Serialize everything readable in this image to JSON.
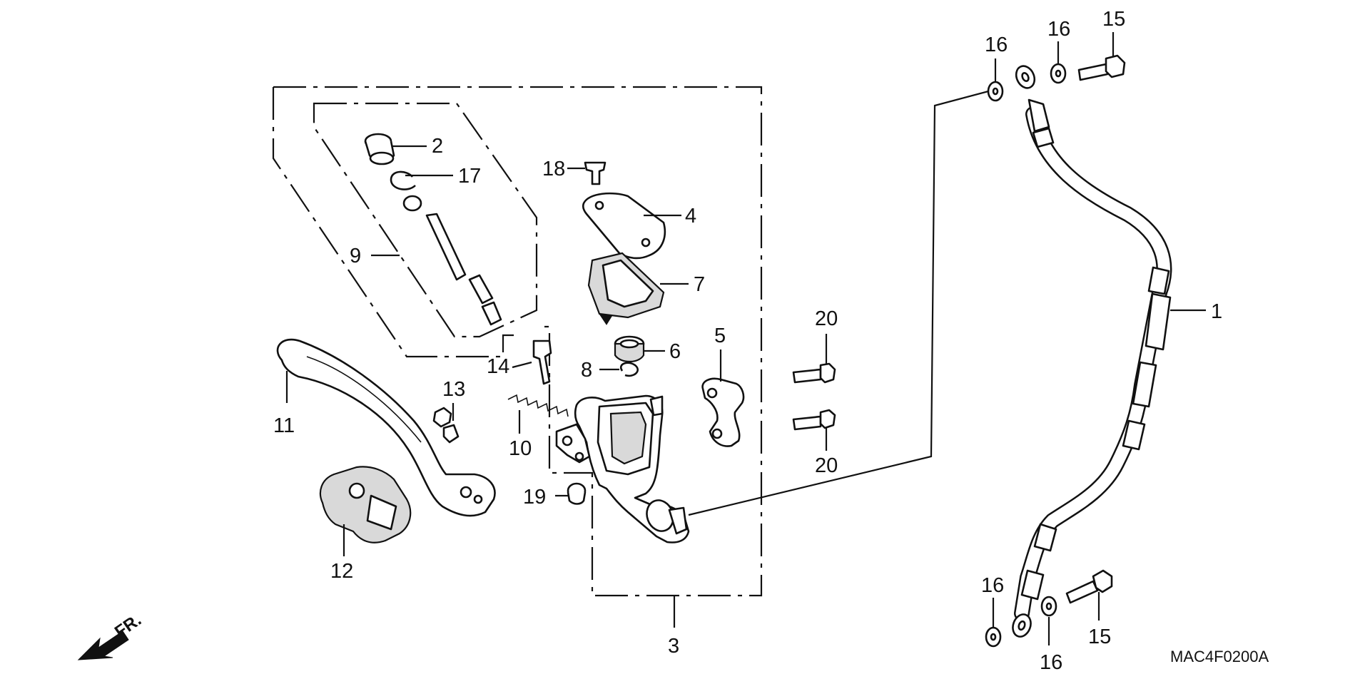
{
  "diagram_code": "MAC4F0200A",
  "fr_label": "FR.",
  "callouts": {
    "p1": "1",
    "p2": "2",
    "p3": "3",
    "p4": "4",
    "p5": "5",
    "p6": "6",
    "p7": "7",
    "p8": "8",
    "p9": "9",
    "p10": "10",
    "p11": "11",
    "p12": "12",
    "p13": "13",
    "p14": "14",
    "p15a": "15",
    "p15b": "15",
    "p16a": "16",
    "p16b": "16",
    "p16c": "16",
    "p16d": "16",
    "p17": "17",
    "p18": "18",
    "p19": "19",
    "p20a": "20",
    "p20b": "20"
  }
}
